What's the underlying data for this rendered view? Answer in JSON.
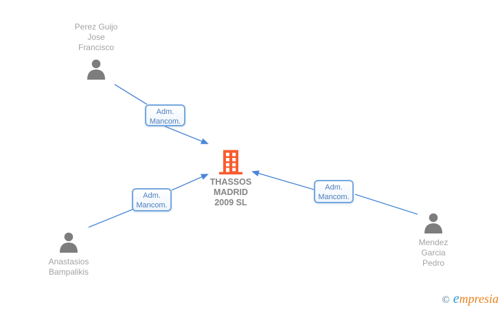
{
  "nodes": {
    "person_top_left": {
      "line1": "Perez Guijo",
      "line2": "Jose",
      "line3": "Francisco"
    },
    "person_bottom_left": {
      "line1": "Anastasios",
      "line2": "Bampalikis"
    },
    "person_right": {
      "line1": "Mendez",
      "line2": "Garcia",
      "line3": "Pedro"
    },
    "company": {
      "line1": "THASSOS",
      "line2": "MADRID",
      "line3": "2009 SL"
    }
  },
  "edge_labels": {
    "top": {
      "line1": "Adm.",
      "line2": "Mancom."
    },
    "bottom_left": {
      "line1": "Adm.",
      "line2": "Mancom."
    },
    "right": {
      "line1": "Adm.",
      "line2": "Mancom."
    }
  },
  "footer": {
    "copyright": "©",
    "brand_initial": "e",
    "brand_rest": "mpresia"
  },
  "icons": {
    "company": "building-icon",
    "person": "person-icon"
  },
  "colors": {
    "edge_blue": "#4a86d8",
    "label_border": "#74a7de",
    "label_text": "#4f7dbd",
    "building_orange": "#f95b2e",
    "person_gray": "#7d7d7d",
    "name_gray": "#a3a3a3",
    "company_gray": "#848484",
    "logo_teal": "#47798c",
    "logo_blue": "#2b9cd8",
    "logo_orange": "#e8821e"
  }
}
